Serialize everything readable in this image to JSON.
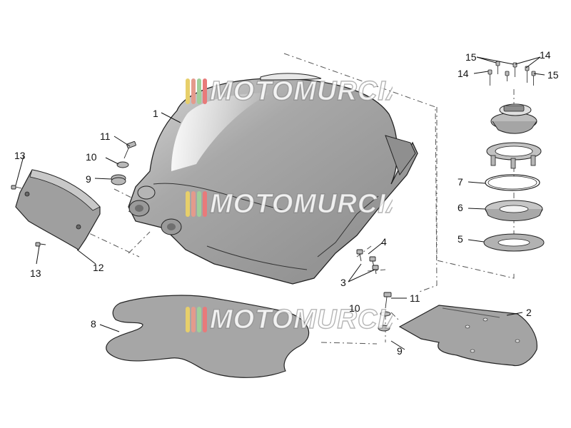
{
  "watermark": {
    "text": "MOTOMURCIA",
    "stripe_colors": [
      "#e7cf6a",
      "#e49a8c",
      "#9fcf9a",
      "#e87a7a"
    ]
  },
  "callouts": [
    {
      "id": "c1",
      "text": "1"
    },
    {
      "id": "c2",
      "text": "2"
    },
    {
      "id": "c3",
      "text": "3"
    },
    {
      "id": "c4",
      "text": "4"
    },
    {
      "id": "c5",
      "text": "5"
    },
    {
      "id": "c6",
      "text": "6"
    },
    {
      "id": "c7",
      "text": "7"
    },
    {
      "id": "c8",
      "text": "8"
    },
    {
      "id": "c9a",
      "text": "9"
    },
    {
      "id": "c9b",
      "text": "9"
    },
    {
      "id": "c10a",
      "text": "10"
    },
    {
      "id": "c10b",
      "text": "10"
    },
    {
      "id": "c11a",
      "text": "11"
    },
    {
      "id": "c11b",
      "text": "11"
    },
    {
      "id": "c12",
      "text": "12"
    },
    {
      "id": "c13a",
      "text": "13"
    },
    {
      "id": "c13b",
      "text": "13"
    },
    {
      "id": "c14a",
      "text": "14"
    },
    {
      "id": "c14b",
      "text": "14"
    },
    {
      "id": "c15a",
      "text": "15"
    },
    {
      "id": "c15b",
      "text": "15"
    }
  ],
  "colors": {
    "part_fill": "#a9a9a9",
    "part_fill_dark": "#8e8e8e",
    "part_fill_light": "#d9d9d9",
    "outline": "#222222",
    "dash": "#555555"
  }
}
